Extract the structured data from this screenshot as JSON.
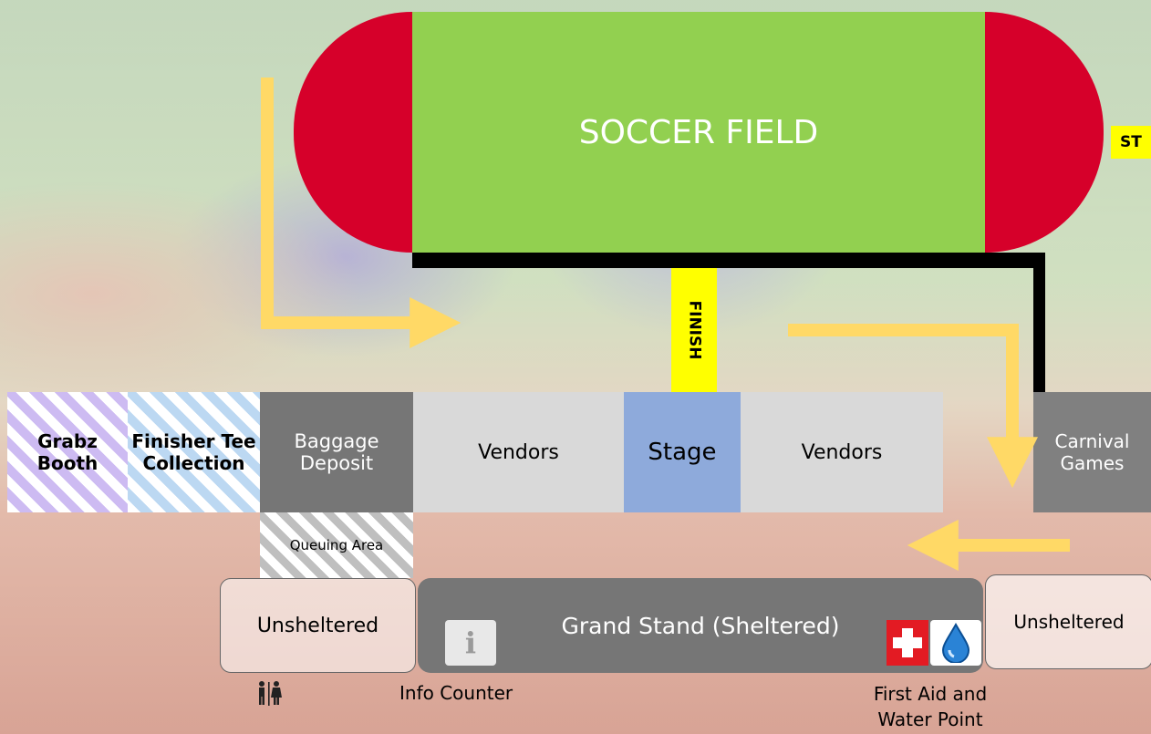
{
  "colors": {
    "field": "#92d050",
    "track_ends": "#d6002a",
    "tag": "#ffff00",
    "arrow": "#ffd966",
    "stage": "#8eaadb",
    "vendors": "#d9d9d9",
    "baggage": "#767676",
    "grandstand": "#767676"
  },
  "field": {
    "label": "SOCCER FIELD"
  },
  "tags": {
    "start": "ST",
    "finish": "FINISH"
  },
  "booths": {
    "grabz": "Grabz Booth",
    "finisher": "Finisher Tee Collection",
    "baggage": "Baggage Deposit",
    "vendors_left": "Vendors",
    "stage": "Stage",
    "vendors_right": "Vendors",
    "carnival": "Carnival Games"
  },
  "queue": {
    "label": "Queuing Area"
  },
  "seating": {
    "unsheltered_left": "Unsheltered",
    "grandstand": "Grand Stand (Sheltered)",
    "unsheltered_right": "Unsheltered"
  },
  "icons": {
    "info": "info-icon",
    "first_aid": "first-aid-icon",
    "water": "water-drop-icon",
    "toilet": "toilet-icon"
  },
  "labels": {
    "info_counter": "Info Counter",
    "first_aid_water": "First Aid and Water Point"
  }
}
